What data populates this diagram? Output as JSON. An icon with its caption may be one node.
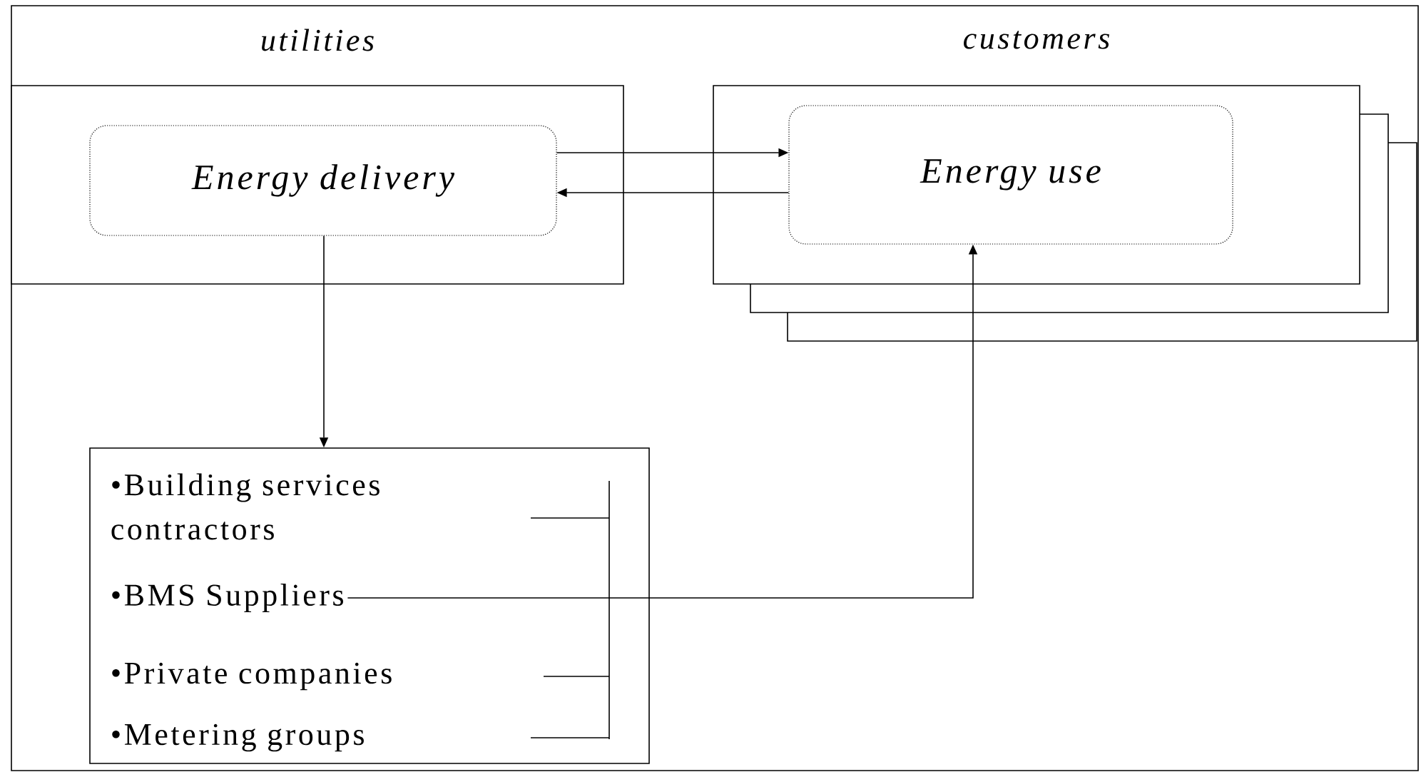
{
  "diagram": {
    "nodes": [
      {
        "text": [
          "utilities"
        ]
      },
      {
        "text": [
          "Energy delivery"
        ],
        "in": 0
      },
      {
        "text": [
          "customers"
        ]
      },
      {
        "text": [
          "Energy use"
        ],
        "in": 2
      },
      {
        "text": [],
        "shape": "box"
      },
      {
        "text": [
          "•Building services contractors"
        ],
        "in": 4
      },
      {
        "text": [
          "•BMS Suppliers"
        ],
        "in": 4
      },
      {
        "text": [
          "•Private companies"
        ],
        "in": 4
      },
      {
        "text": [
          "•Metering groups"
        ],
        "in": 4
      }
    ],
    "edges": [
      {
        "from": 1,
        "to": 3,
        "arrow": "to"
      },
      {
        "from": 3,
        "to": 1,
        "arrow": "to"
      },
      {
        "from": 1,
        "to": 4,
        "arrow": "to"
      },
      {
        "from": 6,
        "to": 3,
        "arrow": "to"
      }
    ]
  }
}
